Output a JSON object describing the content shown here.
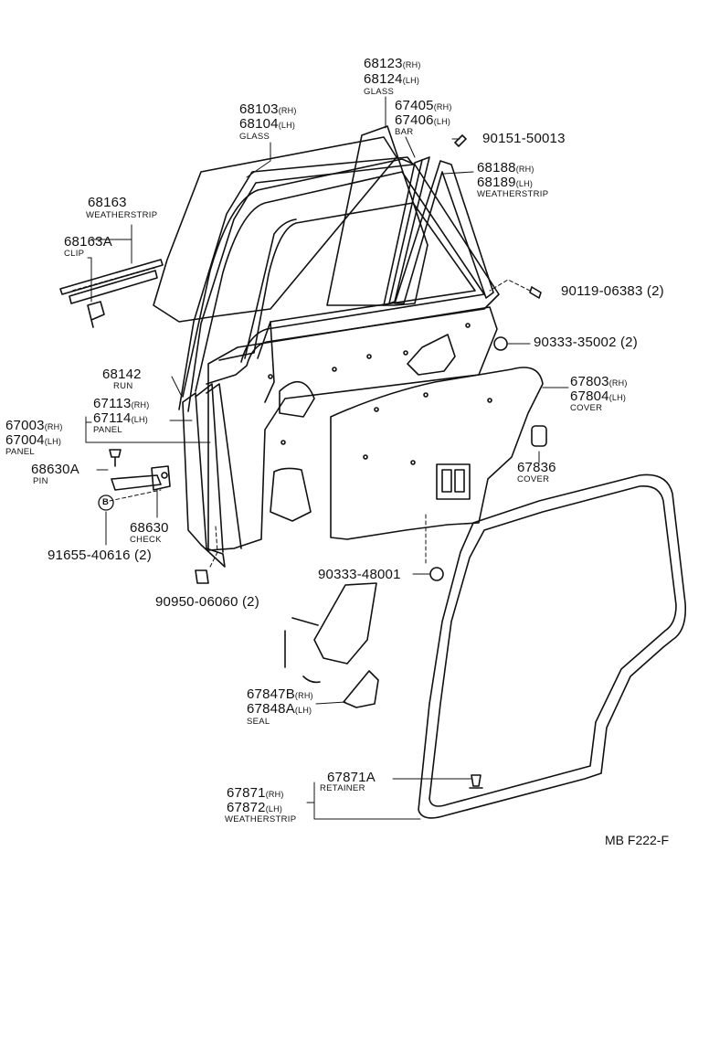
{
  "diagram_code": "MB F222-F",
  "labels": {
    "glass_rh": "68103",
    "glass_rh_side": "(RH)",
    "glass_lh": "68104",
    "glass_lh_side": "(LH)",
    "glass_name": "GLASS",
    "qglass_rh": "68123",
    "qglass_rh_side": "(RH)",
    "qglass_lh": "68124",
    "qglass_lh_side": "(LH)",
    "qglass_name": "GLASS",
    "bar_rh": "67405",
    "bar_rh_side": "(RH)",
    "bar_lh": "67406",
    "bar_lh_side": "(LH)",
    "bar_name": "BAR",
    "screw1": "90151-50013",
    "ws_top_rh": "68188",
    "ws_top_rh_side": "(RH)",
    "ws_top_lh": "68189",
    "ws_top_lh_side": "(LH)",
    "ws_top_name": "WEATHERSTRIP",
    "bolt1": "90119-06383 (2)",
    "plug1": "90333-35002 (2)",
    "cover_rh": "67803",
    "cover_rh_side": "(RH)",
    "cover_lh": "67804",
    "cover_lh_side": "(LH)",
    "cover_name": "COVER",
    "ws_belt": "68163",
    "ws_belt_name": "WEATHERSTRIP",
    "clip": "68163A",
    "clip_name": "CLIP",
    "run": "68142",
    "run_name": "RUN",
    "panel_in_rh": "67113",
    "panel_in_rh_side": "(RH)",
    "panel_in_lh": "67114",
    "panel_in_lh_side": "(LH)",
    "panel_in_name": "PANEL",
    "panel_rh": "67003",
    "panel_rh_side": "(RH)",
    "panel_lh": "67004",
    "panel_lh_side": "(LH)",
    "panel_name": "PANEL",
    "pin": "68630A",
    "pin_name": "PIN",
    "check": "68630",
    "check_name": "CHECK",
    "cover_small": "67836",
    "cover_small_name": "COVER",
    "callout_b": "B",
    "bolt_b": "91655-40616 (2)",
    "clip_bottom": "90950-06060 (2)",
    "plug2": "90333-48001",
    "seal_rh": "67847B",
    "seal_rh_side": "(RH)",
    "seal_lh": "67848A",
    "seal_lh_side": "(LH)",
    "seal_name": "SEAL",
    "retainer": "67871A",
    "retainer_name": "RETAINER",
    "ws_main_rh": "67871",
    "ws_main_rh_side": "(RH)",
    "ws_main_lh": "67872",
    "ws_main_lh_side": "(LH)",
    "ws_main_name": "WEATHERSTRIP"
  }
}
